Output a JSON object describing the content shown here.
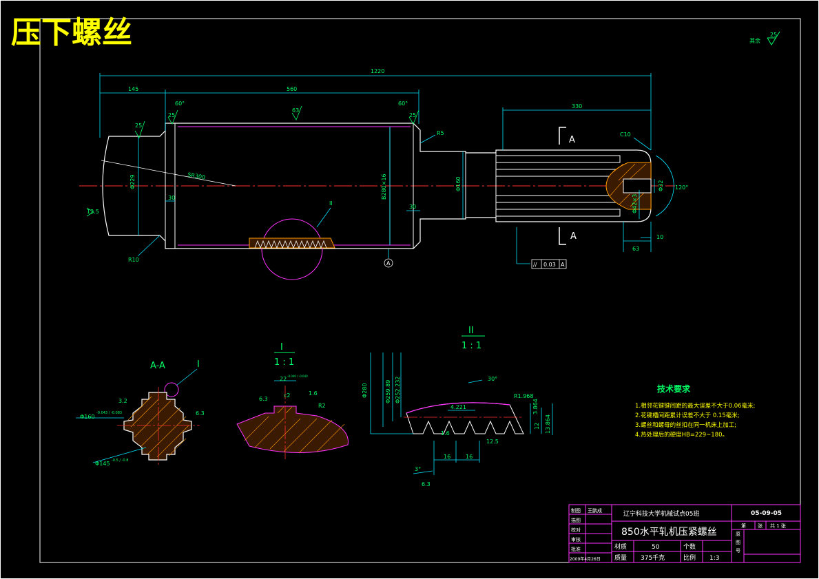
{
  "drawing_title": "压下螺丝",
  "surface_finish_note": "其余",
  "surface_finish_value": "25",
  "main_view": {
    "dims": {
      "overall_length": "1220",
      "left_length": "145",
      "body_length": "560",
      "right_length": "330",
      "angle_left": "60°",
      "angle_right": "60°",
      "roughness_left": "25",
      "roughness_top": "63",
      "roughness_right": "25",
      "roughness_end": "25",
      "roughness_face": "12.5",
      "sphere_radius": "SR300",
      "dia_229": "Φ229",
      "thread": "B280×16",
      "dia_160": "Φ160",
      "dia_32": "Φ32",
      "dia_42": "Φ42×3",
      "angle_120": "120°",
      "chamfer": "C10",
      "r5": "R5",
      "r10": "R10",
      "len_30_left": "30",
      "len_30_right": "30",
      "len_63": "63",
      "len_10": "10",
      "detail_ref": "II",
      "datum": "A",
      "tolerance_sym": "//",
      "tolerance_val": "0.03",
      "tolerance_datum": "A",
      "section_mark_top": "A",
      "section_mark_bottom": "A"
    }
  },
  "section_view": {
    "title": "A-A",
    "detail_ref": "I",
    "dia_outer": "Φ160",
    "dia_outer_tol": "-0.043 / -0.083",
    "dia_inner": "Φ145",
    "dia_inner_tol": "-0.5 / -0.8",
    "roughness_a": "3.2",
    "roughness_b": "6.3"
  },
  "detail_one": {
    "label": "I",
    "scale": "1 : 1",
    "width": "22",
    "width_tol": "-0.040 / -0.040",
    "chamfer": "c2",
    "radius": "R2",
    "roughness_a": "6.3",
    "roughness_b": "1.6"
  },
  "detail_two": {
    "label": "II",
    "scale": "1 : 1",
    "angle": "30°",
    "dia_280": "Φ280",
    "dia_a": "Φ259.89",
    "dia_b": "Φ252.232",
    "pitch_a": "4.221",
    "radius": "R1.968",
    "h1": "3.864",
    "h2": "12",
    "h3": "13.864",
    "pitch_1": "16",
    "pitch_2": "16",
    "angle_bottom": "3°",
    "roughness_a": "1.6",
    "roughness_b": "12.5",
    "roughness_c": "6.3"
  },
  "tech_requirements": {
    "title": "技术要求",
    "items": [
      "1.相邻花键键间距的最大误差不大于0.06毫米;",
      "2.花键槽间距累计误差不大于 0.15毫米;",
      "3.螺丝和螺母的丝扣在同一机床上加工;",
      "4.热处理后的硬度HB=229~180。"
    ]
  },
  "title_block": {
    "school": "辽宁科技大学机械试点05班",
    "drawing_no": "05-09-05",
    "part_name": "850水平轧机压紧螺丝",
    "row_labels": [
      "制图",
      "描图",
      "校对",
      "审核",
      "批准",
      "2009年4月26日"
    ],
    "drafter": "王鹏成",
    "sheet_label": "第",
    "sheet_no": "张",
    "sheet_total": "共 1 张",
    "material_label": "材质",
    "material_value": "50",
    "qty_label": "个数",
    "mass_label": "质量",
    "mass_value": "375千克",
    "scale_label": "比例",
    "scale_value": "1:3",
    "side_labels": [
      "原",
      "图",
      "号"
    ]
  }
}
